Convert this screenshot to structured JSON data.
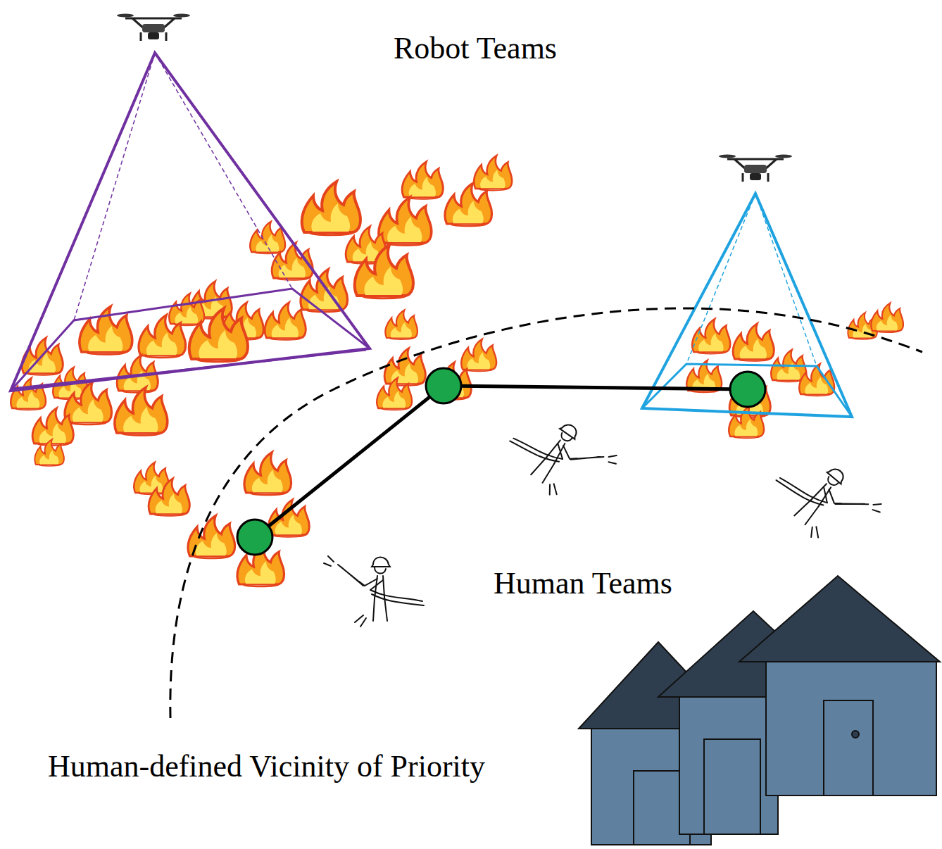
{
  "diagram": {
    "labels": [
      "Robot Teams",
      "Human Teams",
      "Human-defined Vicinity of Priority"
    ]
  }
}
